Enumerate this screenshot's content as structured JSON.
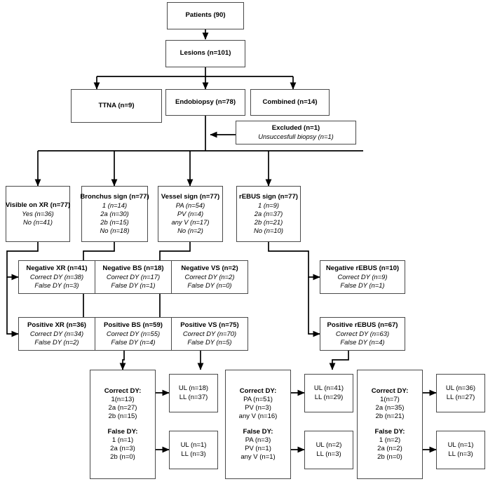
{
  "diagram": {
    "title": "Patient and lesion diagnostic flow chart",
    "type": "flowchart",
    "line_color": "#000000",
    "box_border_color": "#4a4a4a",
    "background": "#ffffff"
  },
  "top": {
    "patients": "Patients (90)",
    "lesions": "Lesions (n=101)"
  },
  "procedures": {
    "ttna": "TTNA (n=9)",
    "endobiopsy": "Endobiopsy (n=78)",
    "combined": "Combined (n=14)"
  },
  "excluded": {
    "title": "Excluded (n=1)",
    "reason": "Unsuccesfull biopsy (n=1)"
  },
  "signs": [
    {
      "title": "Visible on XR (n=77)",
      "rows": [
        "Yes (n=36)",
        "No (n=41)"
      ]
    },
    {
      "title": "Bronchus sign (n=77)",
      "rows": [
        "1 (n=14)",
        "2a (n=30)",
        "2b (n=15)",
        "No (n=18)"
      ]
    },
    {
      "title": "Vessel sign (n=77)",
      "rows": [
        "PA (n=54)",
        "PV (n=4)",
        "any V (n=17)",
        "No (n=2)"
      ]
    },
    {
      "title": "rEBUS sign (n=77)",
      "rows": [
        "1 (n=9)",
        "2a (n=37)",
        "2b (n=21)",
        "No (n=10)"
      ]
    }
  ],
  "negatives": [
    {
      "title": "Negative XR (n=41)",
      "rows": [
        "Correct DY (n=38)",
        "False DY (n=3)"
      ]
    },
    {
      "title": "Negative BS (n=18)",
      "rows": [
        "Correct DY (n=17)",
        "False DY (n=1)"
      ]
    },
    {
      "title": "Negative VS (n=2)",
      "rows": [
        "Correct DY (n=2)",
        "False DY (n=0)"
      ]
    },
    {
      "title": "Negative rEBUS (n=10)",
      "rows": [
        "Correct DY (n=9)",
        "False DY (n=1)"
      ]
    }
  ],
  "positives": [
    {
      "title": "Positive XR (n=36)",
      "rows": [
        "Correct DY (n=34)",
        "False DY (n=2)"
      ]
    },
    {
      "title": "Positive BS (n=59)",
      "rows": [
        "Correct DY (n=55)",
        "False DY (n=4)"
      ]
    },
    {
      "title": "Positive VS (n=75)",
      "rows": [
        "Correct DY (n=70)",
        "False DY (n=5)"
      ]
    },
    {
      "title": "Positive rEBUS (n=67)",
      "rows": [
        "Correct DY (n=63)",
        "False DY (n=4)"
      ]
    }
  ],
  "breakdowns": [
    {
      "correct_header": "Correct DY:",
      "correct_rows": [
        "1(n=13)",
        "2a (n=27)",
        "2b (n=15)"
      ],
      "false_header": "False DY:",
      "false_rows": [
        "1 (n=1)",
        "2a (n=3)",
        "2b (n=0)"
      ],
      "correct_lobes": [
        "UL (n=18)",
        "LL (n=37)"
      ],
      "false_lobes": [
        "UL (n=1)",
        "LL (n=3)"
      ]
    },
    {
      "correct_header": "Correct DY:",
      "correct_rows": [
        "PA (n=51)",
        "PV (n=3)",
        "any V (n=16)"
      ],
      "false_header": "False DY:",
      "false_rows": [
        "PA (n=3)",
        "PV (n=1)",
        "any V (n=1)"
      ],
      "correct_lobes": [
        "UL (n=41)",
        "LL (n=29)"
      ],
      "false_lobes": [
        "UL (n=2)",
        "LL (n=3)"
      ]
    },
    {
      "correct_header": "Correct DY:",
      "correct_rows": [
        "1(n=7)",
        "2a (n=35)",
        "2b (n=21)"
      ],
      "false_header": "False DY:",
      "false_rows": [
        "1 (n=2)",
        "2a (n=2)",
        "2b (n=0)"
      ],
      "correct_lobes": [
        "UL (n=36)",
        "LL (n=27)"
      ],
      "false_lobes": [
        "UL (n=1)",
        "LL (n=3)"
      ]
    }
  ]
}
